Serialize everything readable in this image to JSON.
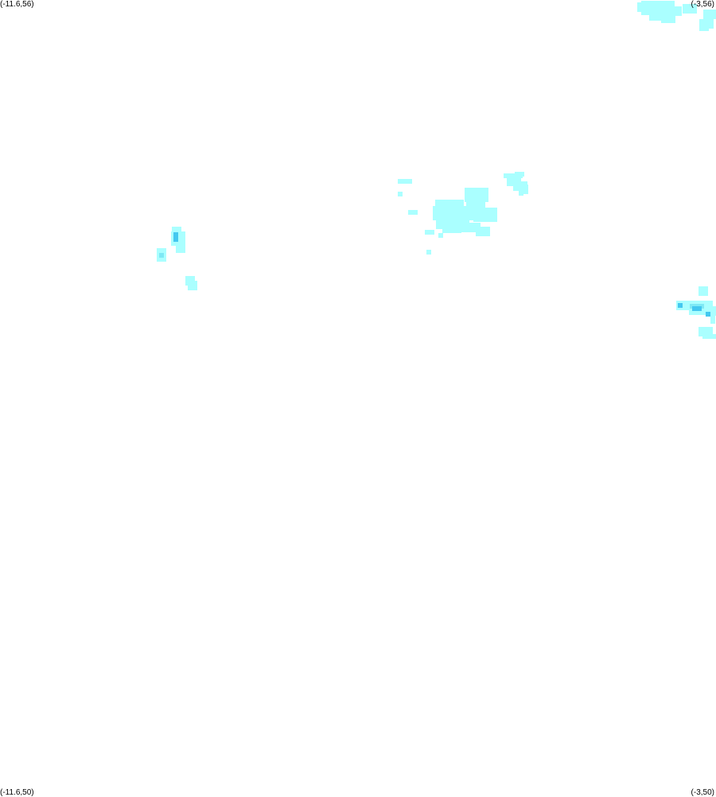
{
  "map": {
    "corner_labels": {
      "top_left": "(-11.6,56)",
      "top_right": "(-3,56)",
      "bottom_left": "(-11.6,50)",
      "bottom_right": "(-3,50)"
    },
    "extent": {
      "lon_min": -11.6,
      "lon_max": -3,
      "lat_min": 50,
      "lat_max": 56
    },
    "colors": {
      "background": "#ffffff",
      "low_intensity": "#aaffff",
      "medium_intensity": "#7fe9f5",
      "high_intensity": "#44c8f0"
    }
  }
}
